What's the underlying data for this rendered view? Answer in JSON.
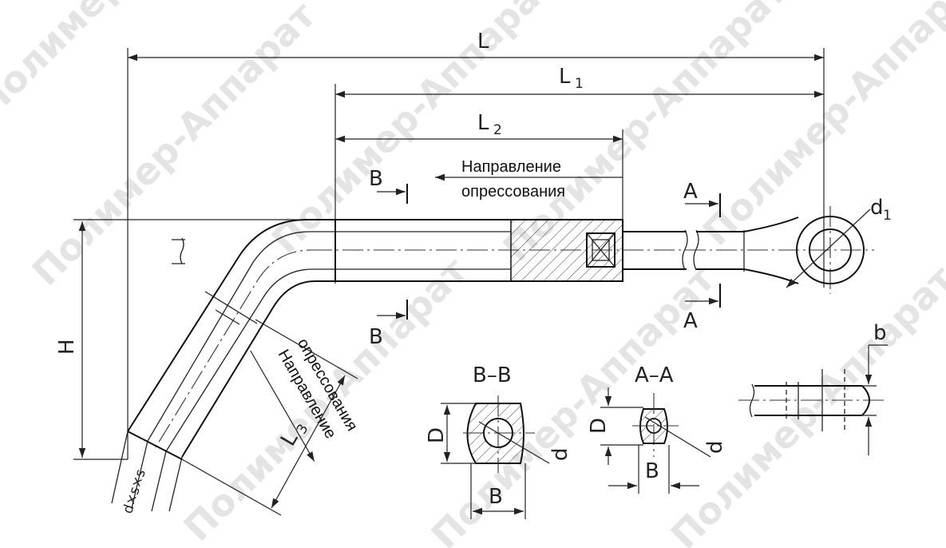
{
  "labels": {
    "L": "L",
    "L1": "L",
    "L1_sub": "1",
    "L2": "L",
    "L2_sub": "2",
    "L3": "L",
    "L3_sub": "3",
    "H": "H",
    "d1": "d",
    "d1_sub": "1",
    "A_top": "A",
    "A_bottom": "A",
    "B_top": "B",
    "B_bottom": "B",
    "section_BB": "B–B",
    "section_AA": "A–A",
    "D_left": "D",
    "D_right": "D",
    "d_left": "d",
    "d_right": "d",
    "B_dim_left": "B",
    "B_dim_right": "B",
    "b": "b",
    "cable_dims": "d×s×s"
  },
  "notes": {
    "direction_line1": "Направление",
    "direction_line2": "опрессования",
    "direction_rot_line1": "Направление",
    "direction_rot_line2": "опрессования"
  },
  "watermark": {
    "text": "Полимер-Аппарат"
  }
}
